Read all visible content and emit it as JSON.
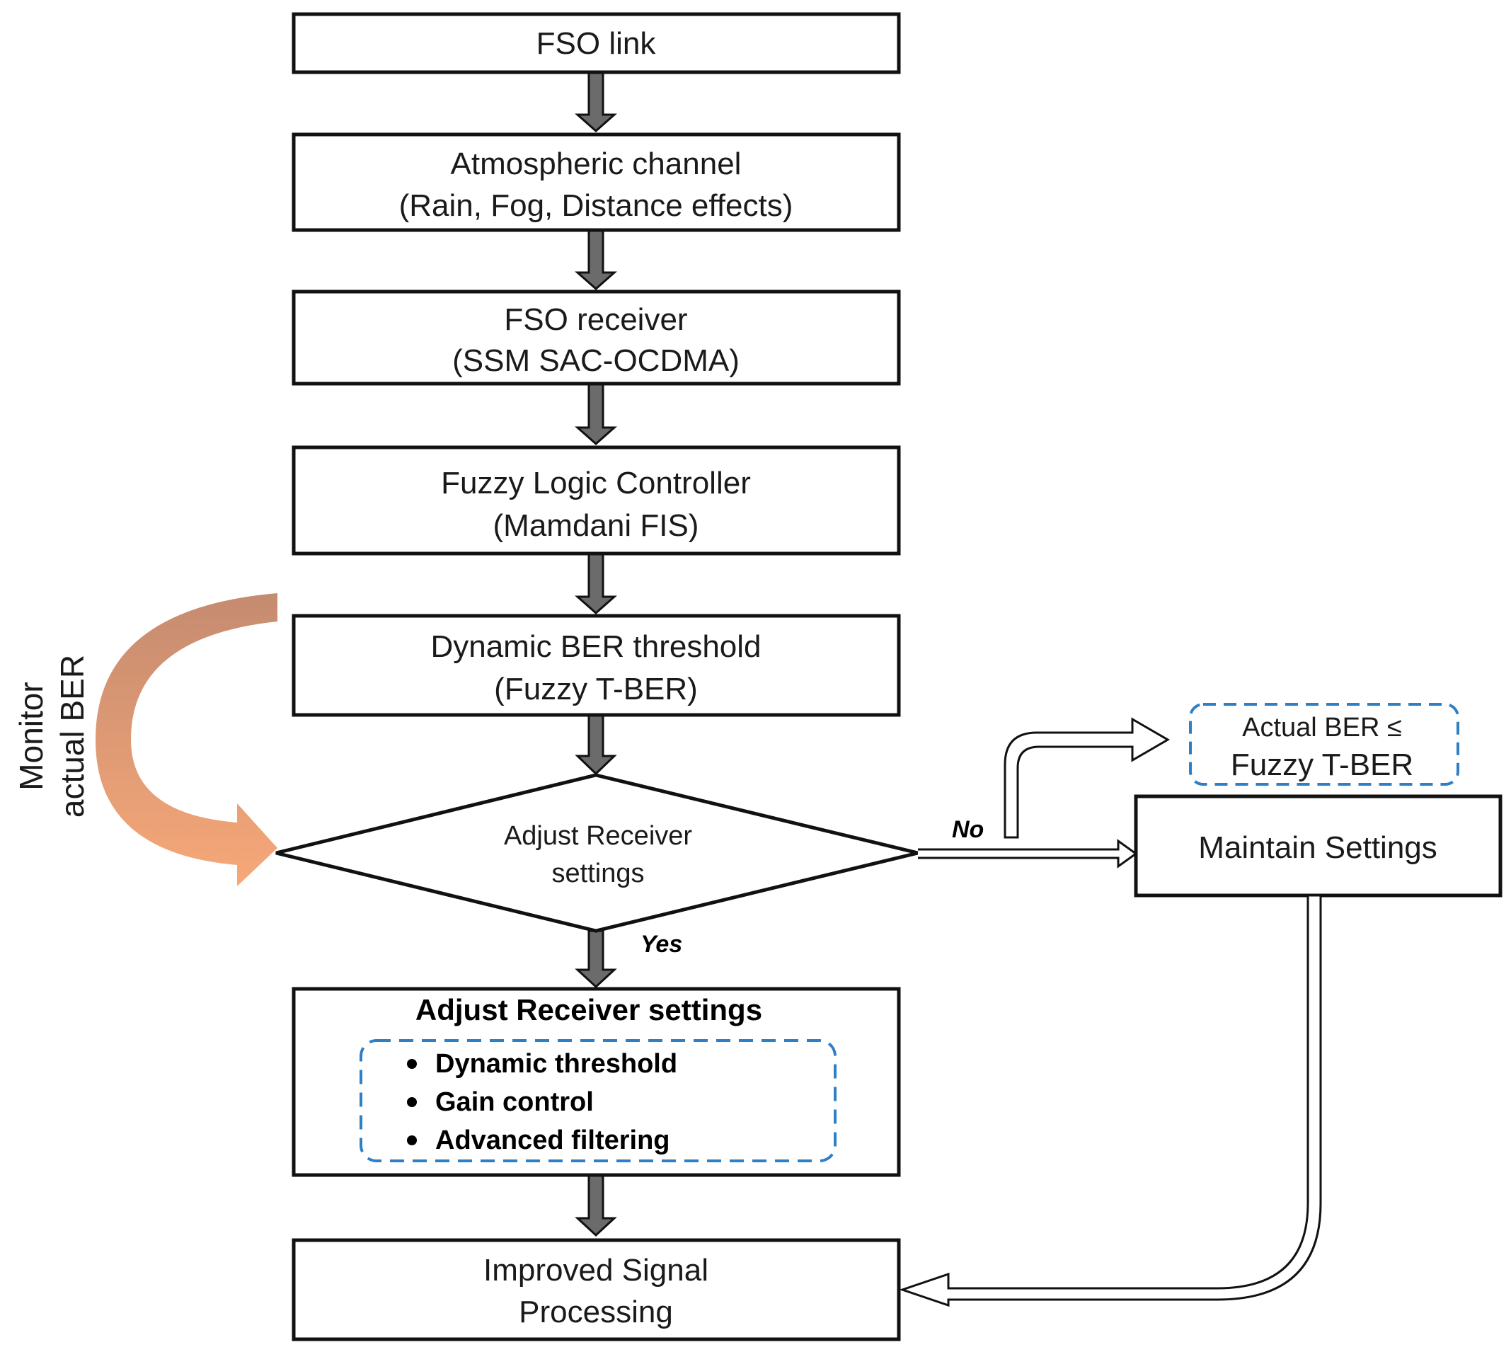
{
  "boxes": {
    "fso_link": "FSO link",
    "atmospheric_line1": "Atmospheric channel",
    "atmospheric_line2": "(Rain, Fog, Distance effects)",
    "receiver_line1": "FSO receiver",
    "receiver_line2": "(SSM SAC-OCDMA)",
    "fuzzy_line1": "Fuzzy Logic Controller",
    "fuzzy_line2": "(Mamdani FIS)",
    "dynamic_line1": "Dynamic BER threshold",
    "dynamic_line2": "(Fuzzy T-BER)",
    "decision_line1": "Adjust Receiver",
    "decision_line2": "settings",
    "adjust_title": "Adjust Receiver settings",
    "adjust_items": [
      "Dynamic threshold",
      "Gain control",
      "Advanced filtering"
    ],
    "improved_line1": "Improved Signal",
    "improved_line2": "Processing",
    "maintain": "Maintain Settings",
    "condition_line1": "Actual BER ≤",
    "condition_line2": "Fuzzy T-BER"
  },
  "labels": {
    "no": "No",
    "yes": "Yes",
    "monitor_line1": "Monitor",
    "monitor_line2": "actual BER"
  },
  "colors": {
    "feedback_arrow": "#f4a57c",
    "dashed_border": "#2f7fc4",
    "flow_arrow": "#6b6b6b"
  }
}
